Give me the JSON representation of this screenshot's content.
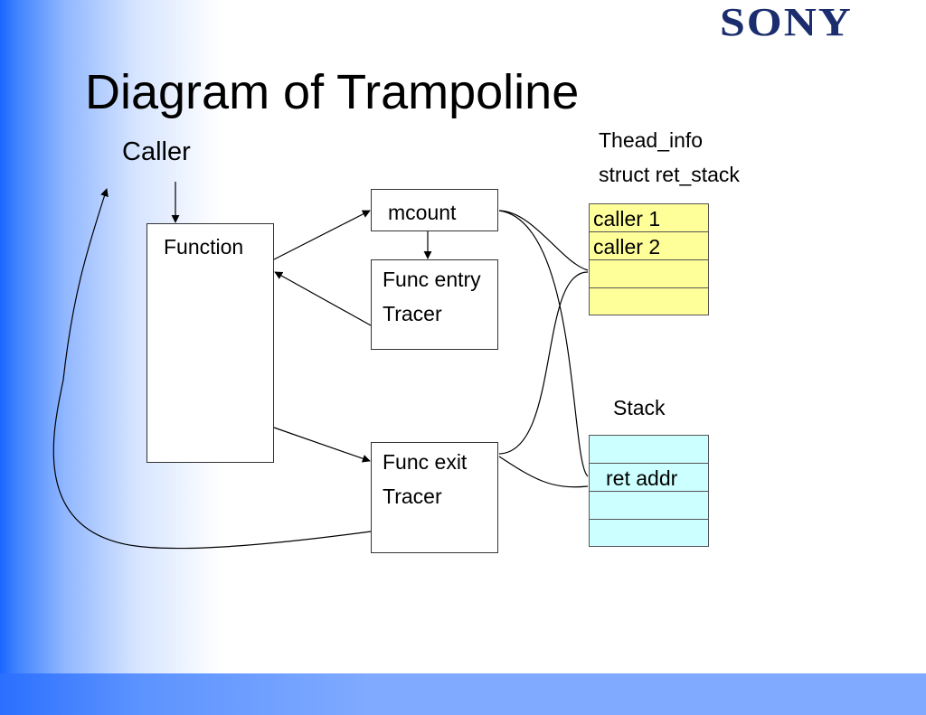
{
  "brand": {
    "logo_text": "SONY"
  },
  "slide": {
    "title": "Diagram of Trampoline"
  },
  "labels": {
    "caller": "Caller",
    "thread_info": "Thead_info",
    "ret_stack": "struct ret_stack",
    "stack": "Stack"
  },
  "nodes": {
    "function": "Function",
    "mcount": "mcount",
    "func_entry": [
      "Func entry",
      "Tracer"
    ],
    "func_exit": [
      "Func exit",
      "Tracer"
    ]
  },
  "ret_stack_cells": [
    "caller 1",
    "caller 2",
    "",
    ""
  ],
  "stack_cells": [
    "",
    "ret addr",
    "",
    ""
  ],
  "colors": {
    "ret_stack_fill": "#ffff99",
    "stack_fill": "#ccffff",
    "left_gradient": "#1a66ff",
    "bottom_band": "#80aaff",
    "logo": "#1b2d6e"
  }
}
